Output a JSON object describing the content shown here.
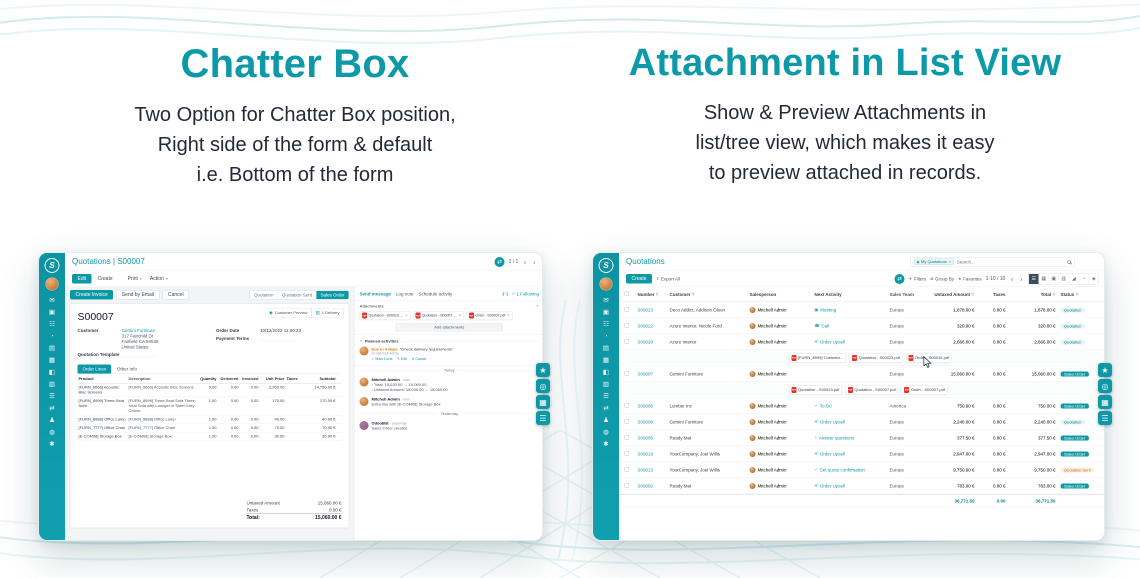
{
  "colors": {
    "accent": "#0d98a6",
    "badge_quotation_bg": "#e4f5f6",
    "badge_sent_bg": "#fdeedd",
    "pdf_red": "#e2352b",
    "odoobot_purple": "#875a7b",
    "active_view_bg": "#3e4a57"
  },
  "hero": {
    "left_title": "Chatter Box",
    "left_subtitle_lines": [
      "Two Option for Chatter Box position,",
      "Right side of the form & default",
      "i.e. Bottom of the form"
    ],
    "right_title": "Attachment in List View",
    "right_subtitle_lines": [
      "Show & Preview Attachments in",
      "list/tree view, which makes it easy",
      "to preview attached in records."
    ]
  },
  "icons": {
    "caret_down": "▾",
    "prev": "‹",
    "next": "›",
    "toggle": "⇄",
    "sort": "⇅",
    "close": "✕",
    "check": "✓",
    "edit_pencil": "✎",
    "clock": "◔",
    "paperclip": "∮",
    "star": "★",
    "menu": "☰",
    "grid": "▦",
    "export": "↥",
    "filters": "▼",
    "group_by": "≣",
    "facet_dot": "◉",
    "pdf": "PDF"
  },
  "sidebar": {
    "logo": "S",
    "apps": [
      {
        "name": "discuss-icon",
        "glyph": "✉"
      },
      {
        "name": "calendar-icon",
        "glyph": "▣"
      },
      {
        "name": "contacts-icon",
        "glyph": "☷"
      },
      {
        "name": "crm-icon",
        "glyph": "◔"
      },
      {
        "name": "sales-icon",
        "glyph": "▤"
      },
      {
        "name": "dashboard-icon",
        "glyph": "▦"
      },
      {
        "name": "project-icon",
        "glyph": "◧"
      },
      {
        "name": "inventory-icon",
        "glyph": "▥"
      },
      {
        "name": "invoicing-icon",
        "glyph": "☰"
      },
      {
        "name": "purchase-icon",
        "glyph": "⇄"
      },
      {
        "name": "employees-icon",
        "glyph": "♟"
      },
      {
        "name": "website-icon",
        "glyph": "◍"
      },
      {
        "name": "settings-icon",
        "glyph": "✱"
      }
    ]
  },
  "fab": {
    "items": [
      {
        "name": "star-fab-icon",
        "glyph": "★"
      },
      {
        "name": "search-fab-icon",
        "glyph": "◎"
      },
      {
        "name": "apps-fab-icon",
        "glyph": "▦"
      },
      {
        "name": "menu-fab-icon",
        "glyph": "☰"
      }
    ]
  },
  "form_app": {
    "breadcrumb": "Quotations | S00007",
    "pager": "1 / 1",
    "toolbar": {
      "edit": "Edit",
      "create": "Create",
      "print": "Print",
      "action": "Action"
    },
    "header_buttons": {
      "create_invoice": "Create Invoice",
      "send_by_email": "Send by Email",
      "cancel": "Cancel"
    },
    "statusbar": [
      {
        "label": "Quotation",
        "state": ""
      },
      {
        "label": "Quotation Sent",
        "state": ""
      },
      {
        "label": "Sales Order",
        "state": "active"
      }
    ],
    "smart_buttons": [
      {
        "name": "customer-preview-button",
        "glyph": "◉",
        "label": "Customer Preview"
      },
      {
        "name": "delivery-button",
        "glyph": "▥",
        "label": "1 Delivery"
      }
    ],
    "record": {
      "name": "S00007",
      "customer_label": "Customer",
      "customer": "Gemini Furniture",
      "address_lines": [
        "317 Fairchild Dr",
        "Fairfield CA 94535",
        "United States"
      ],
      "order_date_label": "Order Date",
      "order_date": "10/12/2022 11:00:23",
      "payment_terms_label": "Payment Terms",
      "payment_terms": "",
      "quotation_template_label": "Quotation Template",
      "quotation_template": ""
    },
    "tabs": [
      {
        "label": "Order Lines",
        "state": "active"
      },
      {
        "label": "Other Info",
        "state": ""
      }
    ],
    "order_lines": {
      "headers": [
        {
          "key": "product",
          "label": "Product"
        },
        {
          "key": "desc",
          "label": "Description"
        },
        {
          "key": "qty",
          "label": "Quantity"
        },
        {
          "key": "delivered",
          "label": "Delivered"
        },
        {
          "key": "invoiced",
          "label": "Invoiced"
        },
        {
          "key": "unit",
          "label": "Unit Price"
        },
        {
          "key": "taxes",
          "label": "Taxes"
        },
        {
          "key": "subtotal",
          "label": "Subtotal"
        }
      ],
      "rows": [
        {
          "product": "[FURN_6666] Acoustic Bloc Screens",
          "desc": "[FURN_6666] Acoustic Bloc Screens",
          "qty": "5.00",
          "delivered": "0.00",
          "invoiced": "0.00",
          "unit": "2,950.00",
          "taxes": "",
          "subtotal": "14,750.00 €"
        },
        {
          "product": "[FURN_8999] Three-Seat Sofa",
          "desc": "[FURN_8999] Three-Seat Sofa Three-Seat Sofa with Lounger in Steel Grey Colour",
          "qty": "1.00",
          "delivered": "0.00",
          "invoiced": "0.00",
          "unit": "170.00",
          "taxes": "",
          "subtotal": "170.00 €"
        },
        {
          "product": "[FURN_8888] Office Lamp",
          "desc": "[FURN_8888] Office Lamp",
          "qty": "1.00",
          "delivered": "0.00",
          "invoiced": "0.00",
          "unit": "40.00",
          "taxes": "",
          "subtotal": "40.00 €"
        },
        {
          "product": "[FURN_7777] Office Chair",
          "desc": "[FURN_7777] Office Chair",
          "qty": "1.00",
          "delivered": "0.00",
          "invoiced": "0.00",
          "unit": "70.00",
          "taxes": "",
          "subtotal": "70.00 €"
        },
        {
          "product": "[E-COM08] Storage Box",
          "desc": "[E-COM08] Storage Box",
          "qty": "1.00",
          "delivered": "0.00",
          "invoiced": "0.00",
          "unit": "30.00",
          "taxes": "",
          "subtotal": "30.00 €"
        }
      ]
    },
    "totals": {
      "untaxed_label": "Untaxed Amount",
      "untaxed": "15,060.00 €",
      "taxes_label": "Taxes",
      "taxes": "0.00 €",
      "total_label": "Total:",
      "total": "15,060.00 €"
    },
    "chatter": {
      "tabs": [
        {
          "label": "Send message"
        },
        {
          "label": "Log note"
        },
        {
          "label": "Schedule activity"
        }
      ],
      "attachments_count": "3",
      "following_label": "Following",
      "followers_count": "1",
      "attachments_title": "Attachments",
      "attachments": [
        {
          "filename": "Quotation - S00023.pdf"
        },
        {
          "filename": "Quotation - S00007.pdf"
        },
        {
          "filename": "Order - S00007.pdf"
        }
      ],
      "add_attachments_label": "Add attachments",
      "planned_title": "Planned activities",
      "activity": {
        "due": "Due in 4 days:",
        "summary": "\"Check delivery requirements\"",
        "assignee": "for Mitchell Admin",
        "actions": [
          {
            "name": "mark-done-button",
            "glyph": "✓",
            "label": "Mark Done"
          },
          {
            "name": "edit-activity-button",
            "glyph": "✎",
            "label": "Edit"
          },
          {
            "name": "cancel-activity-button",
            "glyph": "✕",
            "label": "Cancel"
          }
        ]
      },
      "divider_today": "Today",
      "divider_yesterday": "Yesterday",
      "messages_today": [
        {
          "author": "Mitchell Admin",
          "time": "- now",
          "lines": [
            "Total: 15,030.00 → 15,060.00",
            "Untaxed Amount: 15,030.00 → 15,060.00"
          ]
        },
        {
          "author": "Mitchell Admin",
          "time": "- now",
          "lines": [
            "Extra line with [E-COM08] Storage Box"
          ]
        }
      ],
      "messages_yesterday": [
        {
          "author": "OdooBot",
          "time": "- yesterday",
          "lines": [
            "Sales Order created"
          ]
        }
      ]
    }
  },
  "list_app": {
    "breadcrumb": "Quotations",
    "search": {
      "facet_label": "My Quotations",
      "placeholder": "Search..."
    },
    "toolbar": {
      "create": "Create",
      "export": "Export All"
    },
    "controls": {
      "filters": "Filters",
      "group_by": "Group By",
      "favorites": "Favorites",
      "pager": "1-10 / 10"
    },
    "view_switcher": [
      {
        "name": "list-view-icon",
        "glyph": "☰",
        "state": "active"
      },
      {
        "name": "kanban-view-icon",
        "glyph": "▦",
        "state": ""
      },
      {
        "name": "calendar-view-icon",
        "glyph": "▣",
        "state": ""
      },
      {
        "name": "pivot-view-icon",
        "glyph": "▥",
        "state": ""
      },
      {
        "name": "graph-view-icon",
        "glyph": "◢",
        "state": ""
      },
      {
        "name": "activity-view-icon",
        "glyph": "◔",
        "state": ""
      },
      {
        "name": "map-view-icon",
        "glyph": "◈",
        "state": ""
      }
    ],
    "headers": [
      {
        "key": "number",
        "label": "Number",
        "sort": "⇅"
      },
      {
        "key": "customer",
        "label": "Customer",
        "sort": "⇅"
      },
      {
        "key": "sales",
        "label": "Salesperson",
        "sort": ""
      },
      {
        "key": "activity",
        "label": "Next Activity",
        "sort": ""
      },
      {
        "key": "team",
        "label": "Sales Team",
        "sort": ""
      },
      {
        "key": "untaxed",
        "label": "Untaxed Amount",
        "sort": "⇅"
      },
      {
        "key": "taxes",
        "label": "Taxes",
        "sort": ""
      },
      {
        "key": "total",
        "label": "Total",
        "sort": "⇅"
      },
      {
        "key": "status",
        "label": "Status",
        "sort": "⇅"
      }
    ],
    "rows_top": [
      {
        "number": "S00023",
        "customer": "Deco Addict, Addison Olson",
        "salesperson": "Mitchell Admin",
        "activity_icon": "▣",
        "activity": "Meeting",
        "team": "Europe",
        "untaxed": "1,878.00 €",
        "taxes": "0.00 €",
        "total": "1,878.00 €",
        "status": "Quotation"
      },
      {
        "number": "S00022",
        "customer": "Azure Interior, Nicole Ford",
        "salesperson": "Mitchell Admin",
        "activity_icon": "☎",
        "activity": "Call",
        "team": "Europe",
        "untaxed": "320.00 €",
        "taxes": "0.00 €",
        "total": "320.00 €",
        "status": "Quotation"
      },
      {
        "number": "S00020",
        "customer": "Azure Interior",
        "salesperson": "Mitchell Admin",
        "activity_icon": "✉",
        "activity": "Order Upsell",
        "team": "Europe",
        "untaxed": "2,666.00 €",
        "taxes": "0.00 €",
        "total": "2,666.00 €",
        "status": "Quotation"
      }
    ],
    "attachment_strip_1": [
      {
        "filename": "[FURN_8999] Customiz..."
      },
      {
        "filename": "Quotation - S00023.pdf"
      },
      {
        "filename": "Order - S00016.pdf"
      }
    ],
    "rows_mid": [
      {
        "number": "S00007",
        "customer": "Gemini Furniture",
        "salesperson": "Mitchell Admin",
        "activity_icon": "",
        "activity": "",
        "team": "Europe",
        "untaxed": "15,060.00 €",
        "taxes": "0.00 €",
        "total": "15,060.00 €",
        "status": "Sales Order"
      }
    ],
    "attachment_strip_2": [
      {
        "filename": "Quotation - S00023.pdf"
      },
      {
        "filename": "Quotation - S00007.pdf"
      },
      {
        "filename": "Order - S00007.pdf"
      }
    ],
    "rows_bottom": [
      {
        "number": "S00006",
        "customer": "Lumber Inc",
        "salesperson": "Mitchell Admin",
        "activity_icon": "✓",
        "activity": "To Do",
        "team": "America",
        "untaxed": "750.00 €",
        "taxes": "0.00 €",
        "total": "750.00 €",
        "status": "Sales Order"
      },
      {
        "number": "S00008",
        "customer": "Gemini Furniture",
        "salesperson": "Mitchell Admin",
        "activity_icon": "✉",
        "activity": "Order Upsell",
        "team": "Europe",
        "untaxed": "2,240.00 €",
        "taxes": "0.00 €",
        "total": "2,240.00 €",
        "status": "Quotation"
      },
      {
        "number": "S00005",
        "customer": "Ready Mat",
        "salesperson": "Mitchell Admin",
        "activity_icon": "?",
        "activity": "Answer questions",
        "team": "Europe",
        "untaxed": "377.50 €",
        "taxes": "0.00 €",
        "total": "377.50 €",
        "status": "Sales Order"
      },
      {
        "number": "S00019",
        "customer": "YourCompany, Joel Willis",
        "salesperson": "Mitchell Admin",
        "activity_icon": "✉",
        "activity": "Order Upsell",
        "team": "Europe",
        "untaxed": "2,947.00 €",
        "taxes": "0.00 €",
        "total": "2,947.00 €",
        "status": "Sales Order"
      },
      {
        "number": "S00013",
        "customer": "YourCompany, Joel Willis",
        "salesperson": "Mitchell Admin",
        "activity_icon": "✓",
        "activity": "Set quote confirmation",
        "team": "Europe",
        "untaxed": "9,750.00 €",
        "taxes": "0.00 €",
        "total": "9,750.00 €",
        "status": "Quotation Sent"
      },
      {
        "number": "S00002",
        "customer": "Ready Mat",
        "salesperson": "Mitchell Admin",
        "activity_icon": "✉",
        "activity": "Order Upsell",
        "team": "Europe",
        "untaxed": "783.00 €",
        "taxes": "0.00 €",
        "total": "783.00 €",
        "status": "Sales Order"
      }
    ],
    "footer": {
      "untaxed": "36,771.50",
      "taxes": "0.00",
      "total": "36,771.50"
    }
  }
}
